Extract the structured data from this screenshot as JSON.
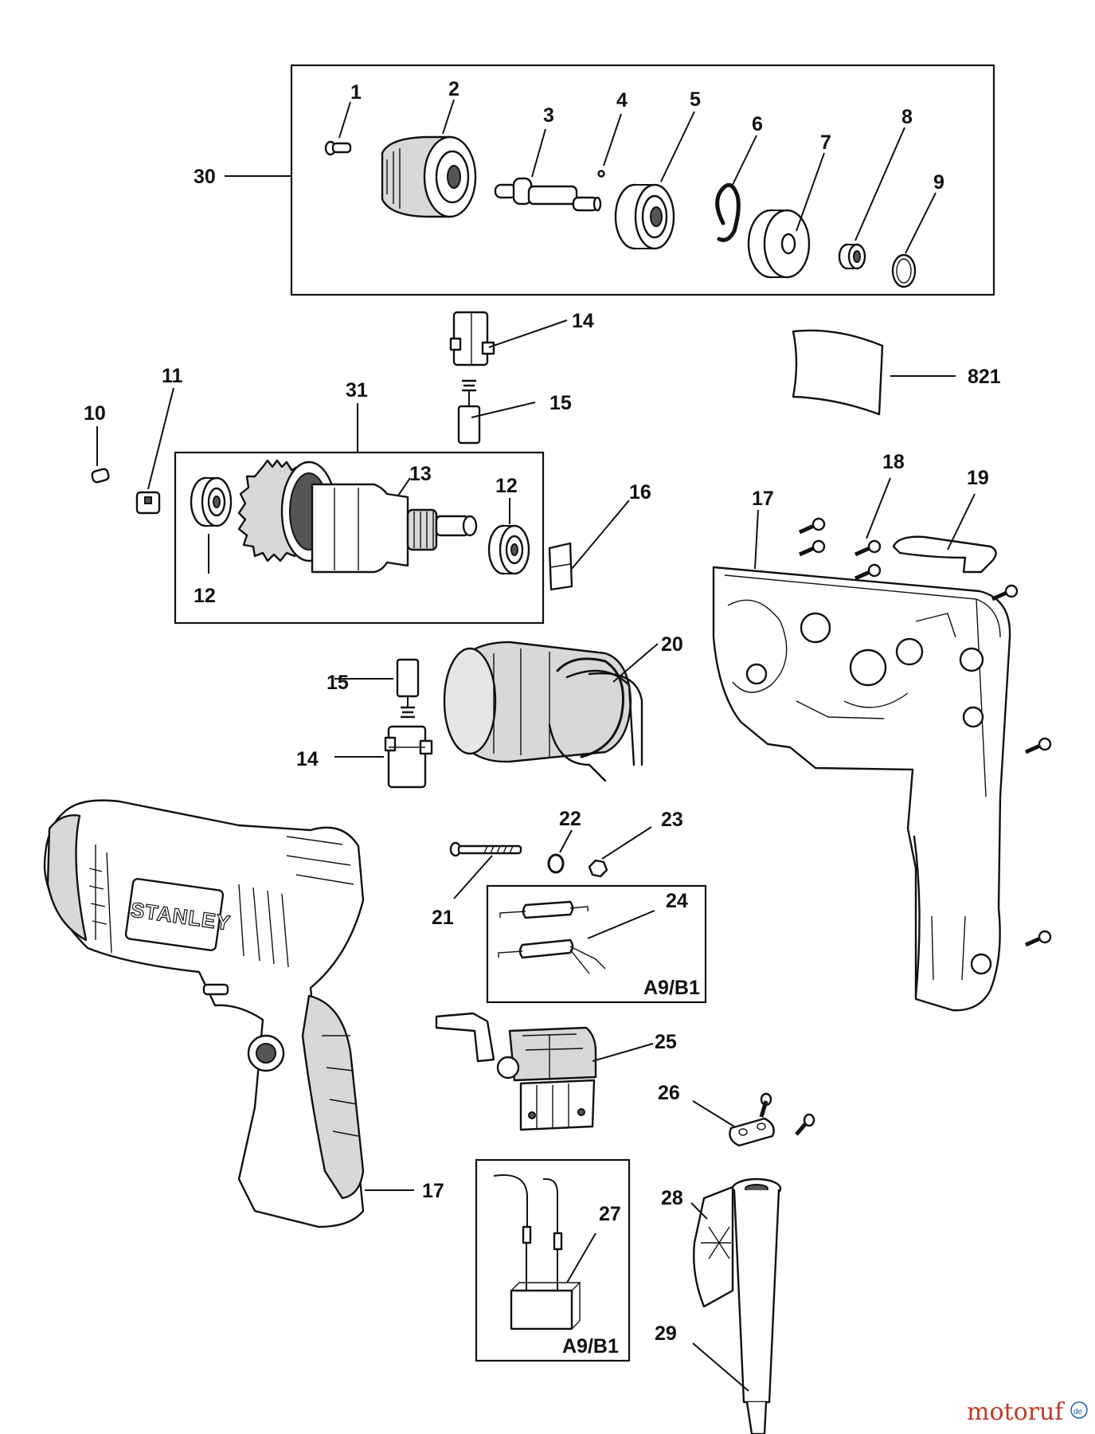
{
  "callouts": {
    "c1": "1",
    "c2": "2",
    "c3": "3",
    "c4": "4",
    "c5": "5",
    "c6": "6",
    "c7": "7",
    "c8": "8",
    "c9": "9",
    "c10": "10",
    "c11": "11",
    "c12a": "12",
    "c12b": "12",
    "c13": "13",
    "c14a": "14",
    "c14b": "14",
    "c15a": "15",
    "c15b": "15",
    "c16": "16",
    "c17a": "17",
    "c17b": "17",
    "c18": "18",
    "c19": "19",
    "c20": "20",
    "c21": "21",
    "c22": "22",
    "c23": "23",
    "c24": "24",
    "c25": "25",
    "c26": "26",
    "c27": "27",
    "c28": "28",
    "c29": "29",
    "c30": "30",
    "c31": "31",
    "c821": "821"
  },
  "variant_labels": {
    "capacitor_box": "A9/B1",
    "suppressor_box": "A9/B1"
  },
  "brand_text": "STANLEY",
  "watermark": {
    "prefix": "motoruf",
    "suffix": "de"
  },
  "colors": {
    "line": "#111111",
    "watermark_red": "#c0392b",
    "watermark_blue": "#1f5fa8"
  }
}
